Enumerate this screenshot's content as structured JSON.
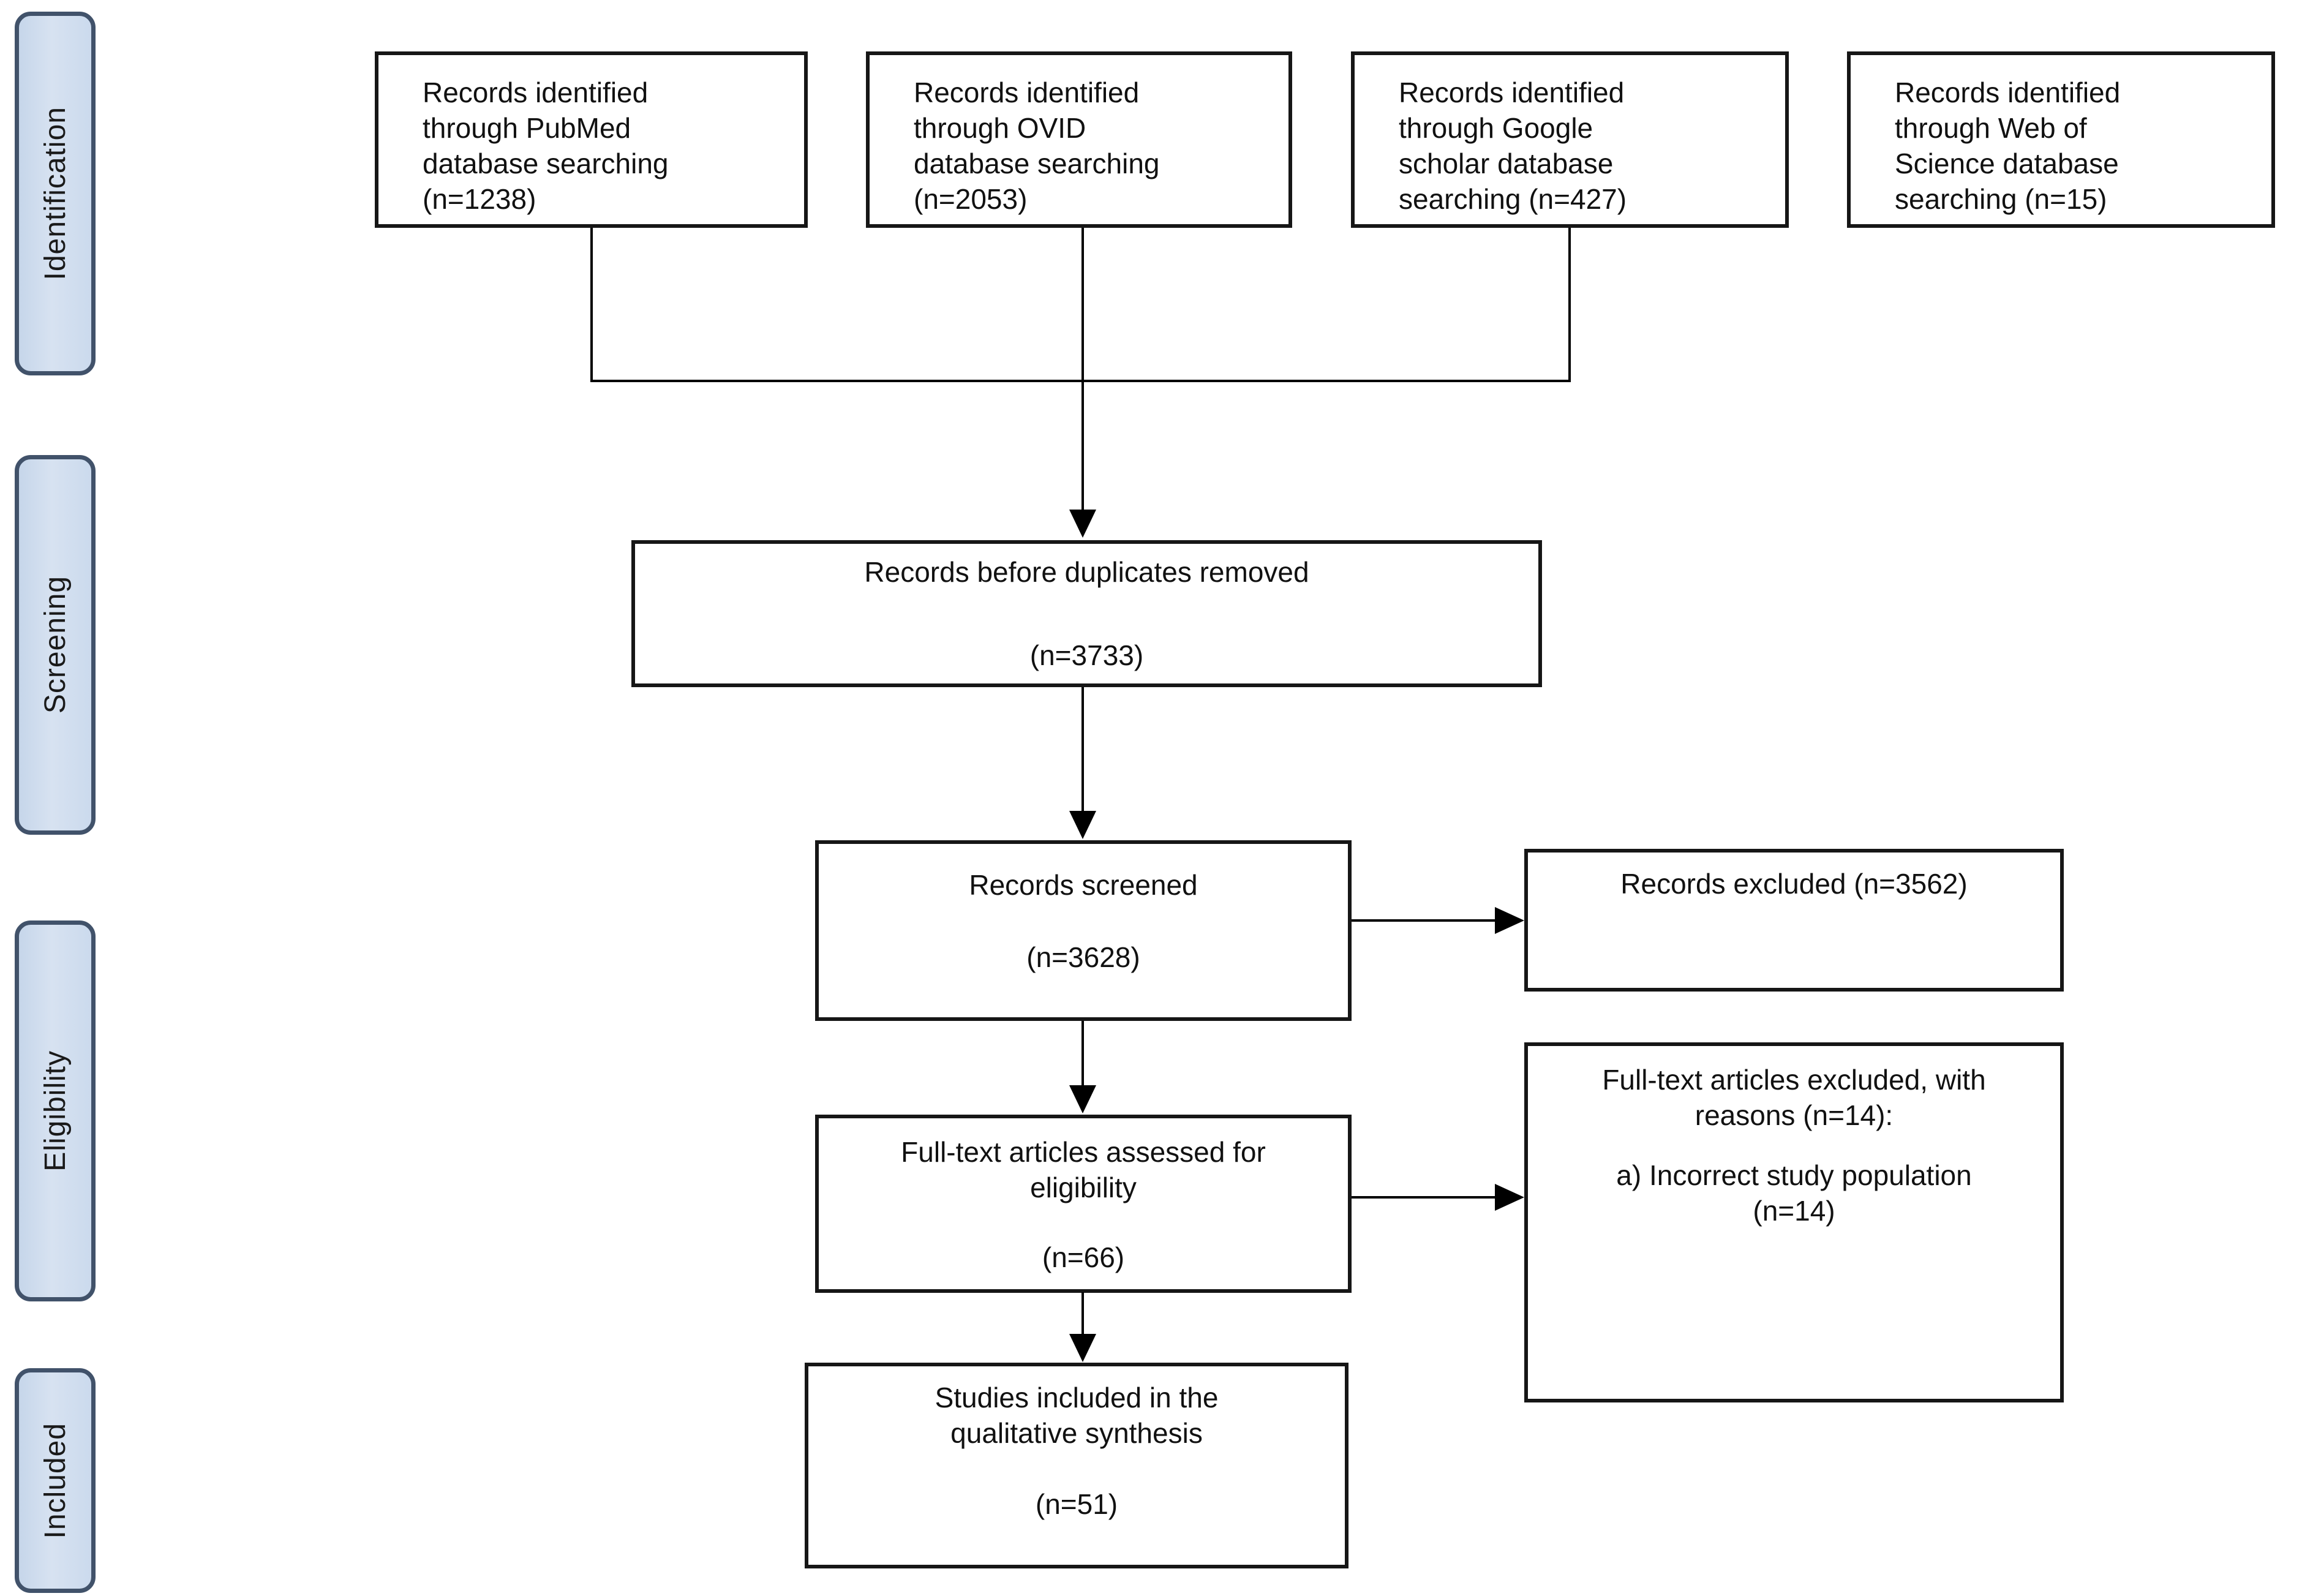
{
  "diagram_type": "prisma-flow-diagram",
  "stages": [
    {
      "label": "Identification"
    },
    {
      "label": "Screening"
    },
    {
      "label": "Eligibility"
    },
    {
      "label": "Included"
    }
  ],
  "boxes": {
    "pubmed": {
      "text": "Records identified\nthrough PubMed\ndatabase searching\n(n=1238)"
    },
    "ovid": {
      "text": "Records identified\nthrough OVID\ndatabase searching\n(n=2053)"
    },
    "google": {
      "text": "Records identified\nthrough Google\nscholar database\nsearching (n=427)"
    },
    "wos": {
      "text": "Records identified\nthrough Web of\nScience database\nsearching (n=15)"
    },
    "duplicates": {
      "label": "Records before duplicates removed",
      "count": "(n=3733)"
    },
    "screened": {
      "label": "Records screened",
      "count": "(n=3628)"
    },
    "excluded": {
      "label": "Records excluded (n=3562)"
    },
    "assessed": {
      "label": "Full-text articles assessed for\neligibility",
      "count": "(n=66)"
    },
    "ft_excluded": {
      "heading": "Full-text articles excluded, with\nreasons (n=14):",
      "reason": "a) Incorrect study population\n(n=14)"
    },
    "included": {
      "label": "Studies included in the\nqualitative synthesis",
      "count": "(n=51)"
    }
  },
  "counts": {
    "pubmed": 1238,
    "ovid": 2053,
    "google_scholar": 427,
    "web_of_science": 15,
    "before_duplicates_removed": 3733,
    "screened": 3628,
    "records_excluded": 3562,
    "full_text_assessed": 66,
    "full_text_excluded": 14,
    "incorrect_study_population": 14,
    "included_qualitative_synthesis": 51
  },
  "colors": {
    "stage_fill": "#cfdded",
    "stage_border": "#41526a",
    "box_border": "#161616",
    "line": "#000000",
    "background": "#ffffff"
  }
}
